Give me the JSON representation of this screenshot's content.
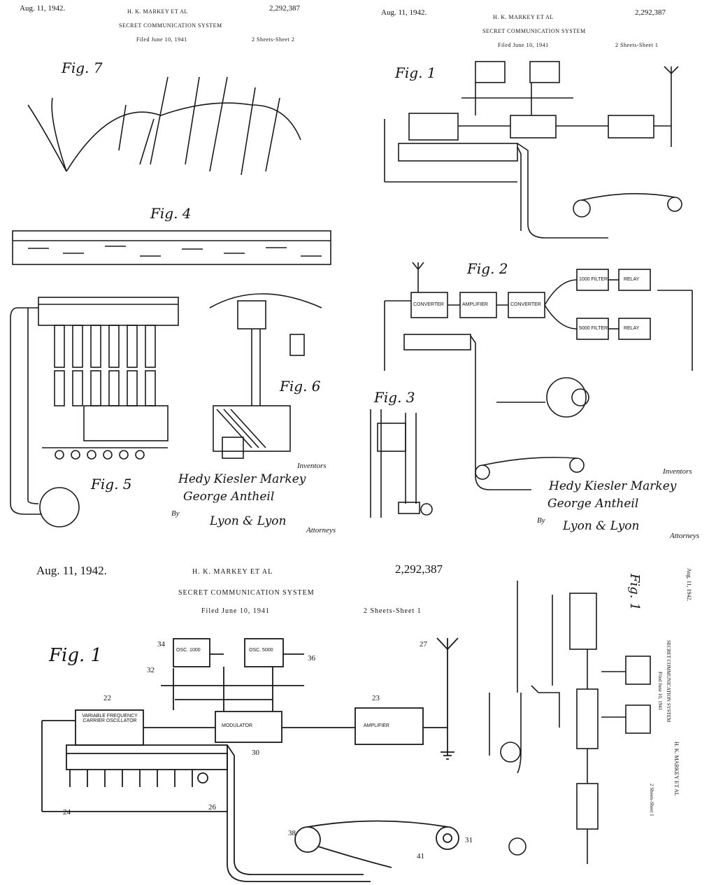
{
  "sheets": [
    {
      "date": "Aug. 11, 1942.",
      "inventors": "H. K. MARKEY ET AL",
      "patent": "2,292,387",
      "title": "SECRET COMMUNICATION SYSTEM",
      "filed": "Filed June 10, 1941",
      "sheet": "2 Sheets-Sheet 2"
    },
    {
      "date": "Aug. 11, 1942.",
      "inventors": "H. K. MARKEY ET AL",
      "patent": "2,292,387",
      "title": "SECRET COMMUNICATION SYSTEM",
      "filed": "Filed June 10, 1941",
      "sheet": "2 Sheets-Sheet 1"
    },
    {
      "date": "Aug. 11, 1942.",
      "inventors": "H. K. MARKEY ET AL",
      "patent": "2,292,387",
      "title": "SECRET COMMUNICATION SYSTEM",
      "filed": "Filed June 10, 1941",
      "sheet": "2 Sheets-Sheet 1"
    }
  ],
  "figures": {
    "fig7": "Fig. 7",
    "fig4": "Fig. 4",
    "fig5": "Fig. 5",
    "fig6": "Fig. 6",
    "fig1_top": "Fig. 1",
    "fig2": "Fig. 2",
    "fig3": "Fig. 3",
    "fig1_bottom": "Fig. 1",
    "fig1_rot": "Fig. 1"
  },
  "signatures": {
    "inventor1": "Hedy Kiesler Markey",
    "inventor2": "George Antheil",
    "attorney": "Lyon & Lyon",
    "by": "By",
    "inventors_label": "Inventors",
    "attorneys_label": "Attorneys"
  },
  "blocks": {
    "osc1": "OSC. 1000",
    "osc2": "OSC. 5000",
    "carrier": "VARIABLE FREQUENCY CARRIER OSCILLATOR",
    "modulator": "MODULATOR",
    "amplifier": "AMPLIFIER",
    "converter": "CONVERTER",
    "amplifier2": "AMPLIFIER",
    "converter2": "CONVERTER",
    "filter1": "1000 FILTER",
    "filter2": "5000 FILTER",
    "relay1": "RELAY",
    "relay2": "RELAY"
  },
  "refs": {
    "r22": "22",
    "r23": "23",
    "r24": "24",
    "r26": "26",
    "r27": "27",
    "r30": "30",
    "r31": "31",
    "r32": "32",
    "r34": "34",
    "r36": "36",
    "r38": "38",
    "r41": "41"
  }
}
